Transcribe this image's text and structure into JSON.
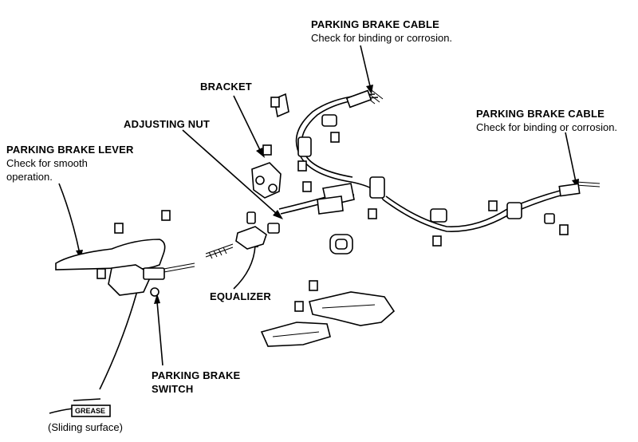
{
  "labels": {
    "cable_top_title": "PARKING BRAKE CABLE",
    "cable_top_note": "Check for binding or corrosion.",
    "cable_right_title": "PARKING BRAKE CABLE",
    "cable_right_note": "Check for binding or corrosion.",
    "bracket": "BRACKET",
    "adjusting_nut": "ADJUSTING NUT",
    "lever_title": "PARKING BRAKE LEVER",
    "lever_note_1": "Check for smooth",
    "lever_note_2": "operation.",
    "equalizer": "EQUALIZER",
    "switch_1": "PARKING BRAKE",
    "switch_2": "SWITCH",
    "grease": "GREASE",
    "sliding_surface": "(Sliding surface)"
  }
}
